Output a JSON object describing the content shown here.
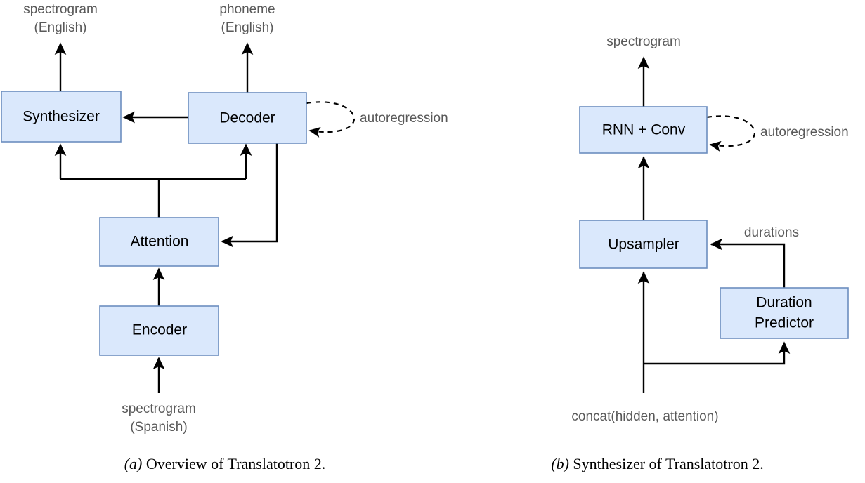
{
  "figure": {
    "background_color": "#ffffff",
    "box_fill": "#dae8fc",
    "box_stroke": "#6c8ebf",
    "edge_color": "#000000",
    "annotation_color": "#595959"
  },
  "panel_a": {
    "caption_tag": "(a)",
    "caption_text": " Overview of Translatotron 2.",
    "nodes": [
      {
        "id": "synthesizer",
        "label": "Synthesizer"
      },
      {
        "id": "decoder",
        "label": "Decoder"
      },
      {
        "id": "attention",
        "label": "Attention"
      },
      {
        "id": "encoder",
        "label": "Encoder"
      }
    ],
    "annotations": [
      {
        "id": "output-spectrogram",
        "line1": "spectrogram",
        "line2": "(English)"
      },
      {
        "id": "output-phoneme",
        "line1": "phoneme",
        "line2": "(English)"
      },
      {
        "id": "autoregression",
        "line1": "autoregression"
      },
      {
        "id": "input-spectrogram",
        "line1": "spectrogram",
        "line2": "(Spanish)"
      }
    ]
  },
  "panel_b": {
    "caption_tag": "(b)",
    "caption_text": " Synthesizer of Translatotron 2.",
    "nodes": [
      {
        "id": "rnn-conv",
        "label": "RNN + Conv"
      },
      {
        "id": "upsampler",
        "label": "Upsampler"
      },
      {
        "id": "duration-predictor",
        "label_line1": "Duration",
        "label_line2": "Predictor"
      }
    ],
    "annotations": [
      {
        "id": "output-spectrogram",
        "line1": "spectrogram"
      },
      {
        "id": "autoregression",
        "line1": "autoregression"
      },
      {
        "id": "durations",
        "line1": "durations"
      },
      {
        "id": "input-concat",
        "line1": "concat(hidden, attention)"
      }
    ]
  }
}
